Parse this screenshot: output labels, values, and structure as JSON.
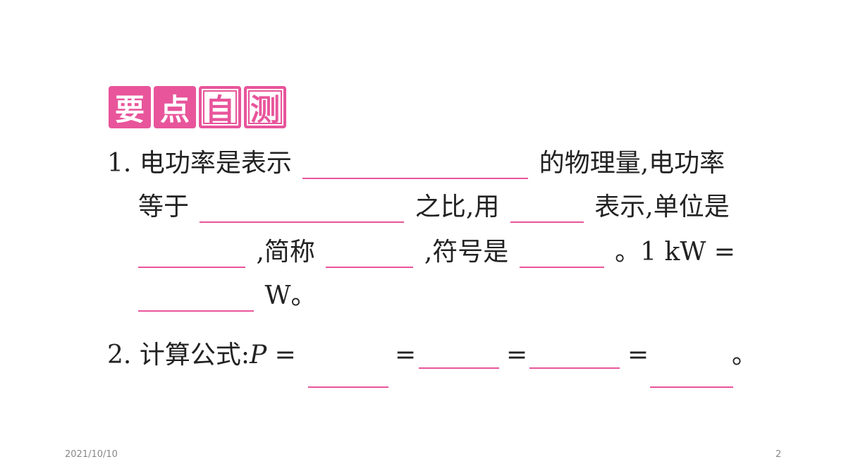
{
  "heading": {
    "chars": [
      "要",
      "点",
      "自",
      "测"
    ]
  },
  "q1": {
    "number": "1.",
    "line1_a": "电功率是表示",
    "line1_b": "的物理量,电功率",
    "line2_a": "等于",
    "line2_b": "之比,用",
    "line2_c": "表示,单位是",
    "line3_a": ",简称",
    "line3_b": ",符号是",
    "line3_c": "。1 kW =",
    "line4_a": "W。"
  },
  "q2": {
    "number": "2.",
    "label": "计算公式:",
    "var": "P",
    "eq1": "=",
    "eq2": "=",
    "eq3": "=",
    "eq4": "=",
    "end": "。"
  },
  "footer": {
    "date": "2021/10/10",
    "page": "2"
  },
  "colors": {
    "accent": "#e8559b"
  }
}
